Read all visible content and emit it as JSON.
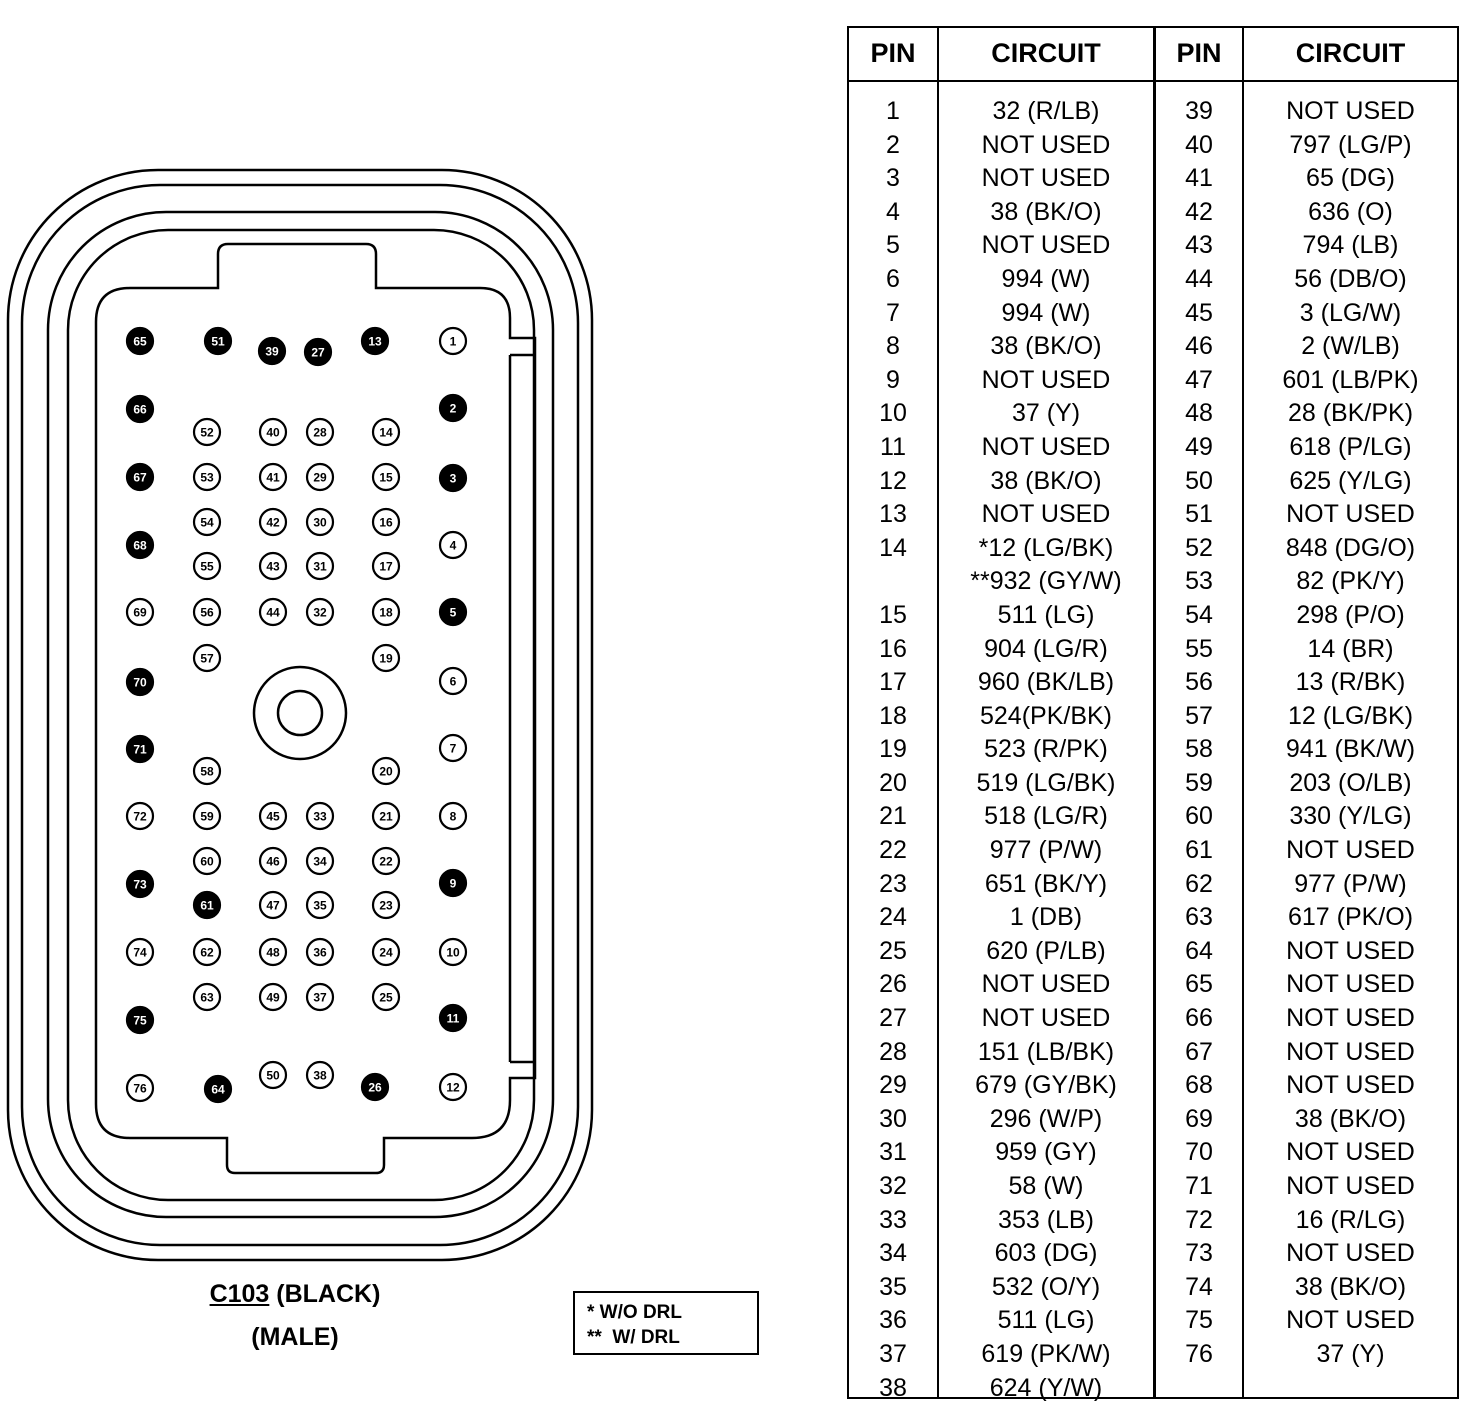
{
  "connector": {
    "caption_id": "C103",
    "caption_color": "(BLACK)",
    "caption_gender": "(MALE)",
    "pins": [
      {
        "n": "65",
        "filled": true
      },
      {
        "n": "51",
        "filled": true
      },
      {
        "n": "39",
        "filled": true
      },
      {
        "n": "27",
        "filled": true
      },
      {
        "n": "13",
        "filled": true
      },
      {
        "n": "1",
        "filled": false
      },
      {
        "n": "66",
        "filled": true
      },
      {
        "n": "2",
        "filled": true
      },
      {
        "n": "52",
        "filled": false
      },
      {
        "n": "40",
        "filled": false
      },
      {
        "n": "28",
        "filled": false
      },
      {
        "n": "14",
        "filled": false
      },
      {
        "n": "67",
        "filled": true
      },
      {
        "n": "53",
        "filled": false
      },
      {
        "n": "41",
        "filled": false
      },
      {
        "n": "29",
        "filled": false
      },
      {
        "n": "15",
        "filled": false
      },
      {
        "n": "3",
        "filled": true
      },
      {
        "n": "54",
        "filled": false
      },
      {
        "n": "42",
        "filled": false
      },
      {
        "n": "30",
        "filled": false
      },
      {
        "n": "16",
        "filled": false
      },
      {
        "n": "68",
        "filled": true
      },
      {
        "n": "4",
        "filled": false
      },
      {
        "n": "55",
        "filled": false
      },
      {
        "n": "43",
        "filled": false
      },
      {
        "n": "31",
        "filled": false
      },
      {
        "n": "17",
        "filled": false
      },
      {
        "n": "69",
        "filled": false
      },
      {
        "n": "56",
        "filled": false
      },
      {
        "n": "44",
        "filled": false
      },
      {
        "n": "32",
        "filled": false
      },
      {
        "n": "18",
        "filled": false
      },
      {
        "n": "5",
        "filled": true
      },
      {
        "n": "57",
        "filled": false
      },
      {
        "n": "19",
        "filled": false
      },
      {
        "n": "70",
        "filled": true
      },
      {
        "n": "6",
        "filled": false
      },
      {
        "n": "71",
        "filled": true
      },
      {
        "n": "7",
        "filled": false
      },
      {
        "n": "58",
        "filled": false
      },
      {
        "n": "20",
        "filled": false
      },
      {
        "n": "72",
        "filled": false
      },
      {
        "n": "59",
        "filled": false
      },
      {
        "n": "45",
        "filled": false
      },
      {
        "n": "33",
        "filled": false
      },
      {
        "n": "21",
        "filled": false
      },
      {
        "n": "8",
        "filled": false
      },
      {
        "n": "60",
        "filled": false
      },
      {
        "n": "46",
        "filled": false
      },
      {
        "n": "34",
        "filled": false
      },
      {
        "n": "22",
        "filled": false
      },
      {
        "n": "73",
        "filled": true
      },
      {
        "n": "9",
        "filled": true
      },
      {
        "n": "61",
        "filled": true
      },
      {
        "n": "47",
        "filled": false
      },
      {
        "n": "35",
        "filled": false
      },
      {
        "n": "23",
        "filled": false
      },
      {
        "n": "74",
        "filled": false
      },
      {
        "n": "62",
        "filled": false
      },
      {
        "n": "48",
        "filled": false
      },
      {
        "n": "36",
        "filled": false
      },
      {
        "n": "24",
        "filled": false
      },
      {
        "n": "10",
        "filled": false
      },
      {
        "n": "63",
        "filled": false
      },
      {
        "n": "49",
        "filled": false
      },
      {
        "n": "37",
        "filled": false
      },
      {
        "n": "25",
        "filled": false
      },
      {
        "n": "75",
        "filled": true
      },
      {
        "n": "11",
        "filled": true
      },
      {
        "n": "50",
        "filled": false
      },
      {
        "n": "38",
        "filled": false
      },
      {
        "n": "76",
        "filled": false
      },
      {
        "n": "64",
        "filled": true
      },
      {
        "n": "26",
        "filled": true
      },
      {
        "n": "12",
        "filled": false
      }
    ]
  },
  "legend": {
    "line1": "* W/O DRL",
    "line2": "**  W/ DRL"
  },
  "table": {
    "headers": [
      "PIN",
      "CIRCUIT",
      "PIN",
      "CIRCUIT"
    ],
    "rows": [
      [
        "1",
        "32 (R/LB)",
        "39",
        "NOT USED"
      ],
      [
        "2",
        "NOT USED",
        "40",
        "797 (LG/P)"
      ],
      [
        "3",
        "NOT USED",
        "41",
        "65 (DG)"
      ],
      [
        "4",
        "38 (BK/O)",
        "42",
        "636 (O)"
      ],
      [
        "5",
        "NOT USED",
        "43",
        "794 (LB)"
      ],
      [
        "6",
        "994 (W)",
        "44",
        "56 (DB/O)"
      ],
      [
        "7",
        "994 (W)",
        "45",
        "3 (LG/W)"
      ],
      [
        "8",
        "38 (BK/O)",
        "46",
        "2 (W/LB)"
      ],
      [
        "9",
        "NOT USED",
        "47",
        "601 (LB/PK)"
      ],
      [
        "10",
        "37 (Y)",
        "48",
        "28 (BK/PK)"
      ],
      [
        "11",
        "NOT USED",
        "49",
        "618 (P/LG)"
      ],
      [
        "12",
        "38 (BK/O)",
        "50",
        "625 (Y/LG)"
      ],
      [
        "13",
        "NOT USED",
        "51",
        "NOT USED"
      ],
      [
        "14",
        "*12 (LG/BK)",
        "52",
        "848 (DG/O)"
      ],
      [
        "",
        "**932 (GY/W)",
        "53",
        "82 (PK/Y)"
      ],
      [
        "15",
        "511 (LG)",
        "54",
        "298 (P/O)"
      ],
      [
        "16",
        "904 (LG/R)",
        "55",
        "14 (BR)"
      ],
      [
        "17",
        "960 (BK/LB)",
        "56",
        "13 (R/BK)"
      ],
      [
        "18",
        "524(PK/BK)",
        "57",
        "12 (LG/BK)"
      ],
      [
        "19",
        "523 (R/PK)",
        "58",
        "941 (BK/W)"
      ],
      [
        "20",
        "519 (LG/BK)",
        "59",
        "203 (O/LB)"
      ],
      [
        "21",
        "518 (LG/R)",
        "60",
        "330 (Y/LG)"
      ],
      [
        "22",
        "977 (P/W)",
        "61",
        "NOT USED"
      ],
      [
        "23",
        "651 (BK/Y)",
        "62",
        "977 (P/W)"
      ],
      [
        "24",
        "1 (DB)",
        "63",
        "617 (PK/O)"
      ],
      [
        "25",
        "620 (P/LB)",
        "64",
        "NOT USED"
      ],
      [
        "26",
        "NOT USED",
        "65",
        "NOT USED"
      ],
      [
        "27",
        "NOT USED",
        "66",
        "NOT USED"
      ],
      [
        "28",
        "151 (LB/BK)",
        "67",
        "NOT USED"
      ],
      [
        "29",
        "679 (GY/BK)",
        "68",
        "NOT USED"
      ],
      [
        "30",
        "296 (W/P)",
        "69",
        "38 (BK/O)"
      ],
      [
        "31",
        "959 (GY)",
        "70",
        "NOT USED"
      ],
      [
        "32",
        "58 (W)",
        "71",
        "NOT USED"
      ],
      [
        "33",
        "353 (LB)",
        "72",
        "16 (R/LG)"
      ],
      [
        "34",
        "603 (DG)",
        "73",
        "NOT USED"
      ],
      [
        "35",
        "532 (O/Y)",
        "74",
        "38 (BK/O)"
      ],
      [
        "36",
        "511 (LG)",
        "75",
        "NOT USED"
      ],
      [
        "37",
        "619 (PK/W)",
        "76",
        "37 (Y)"
      ],
      [
        "38",
        "624 (Y/W)",
        "",
        ""
      ]
    ]
  }
}
